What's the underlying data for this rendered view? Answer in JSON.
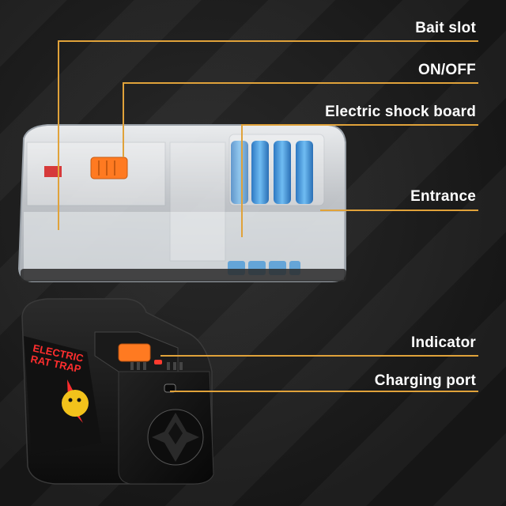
{
  "callouts": [
    {
      "id": "bait-slot",
      "text": "Bait slot"
    },
    {
      "id": "on-off",
      "text": "ON/OFF"
    },
    {
      "id": "shock-board",
      "text": "Electric shock board"
    },
    {
      "id": "entrance",
      "text": "Entrance"
    },
    {
      "id": "indicator",
      "text": "Indicator"
    },
    {
      "id": "charging-port",
      "text": "Charging port"
    }
  ],
  "device_branding": {
    "logo_text": "ELECTRIC RAT TRAP"
  },
  "colors": {
    "accent_line": "#e0a23a",
    "switch_orange": "#ff7a21",
    "battery_blue": "#3f9be0",
    "label_text": "#ffffff"
  }
}
